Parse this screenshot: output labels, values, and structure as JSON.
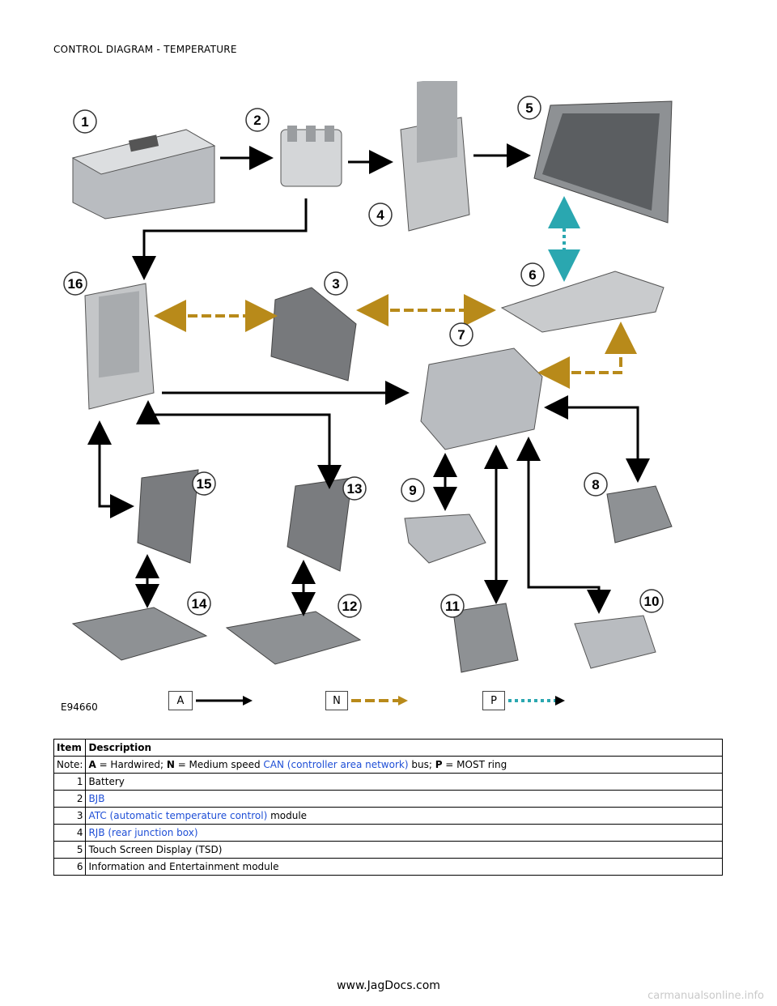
{
  "page": {
    "title": "CONTROL DIAGRAM - TEMPERATURE"
  },
  "diagram": {
    "callouts": [
      "1",
      "2",
      "3",
      "4",
      "5",
      "6",
      "7",
      "8",
      "9",
      "10",
      "11",
      "12",
      "13",
      "14",
      "15",
      "16"
    ],
    "figure_id": "E94660",
    "legend": [
      {
        "key": "A",
        "style": "solid"
      },
      {
        "key": "N",
        "style": "dotted-bus"
      },
      {
        "key": "P",
        "style": "dotted-ring"
      }
    ],
    "colors": {
      "hardwired": "#000000",
      "can_bus": "#b88a1a",
      "most_ring": "#2aa7b0",
      "link": "#1f4fd6"
    }
  },
  "table": {
    "headers": [
      "Item",
      "Description"
    ],
    "note": {
      "label": "Note:",
      "a_key": "A",
      "a_text": " = Hardwired; ",
      "n_key": "N",
      "n_text": " = Medium speed ",
      "n_link": "CAN (controller area network)",
      "n_tail": " bus; ",
      "p_key": "P",
      "p_text": " = MOST ring"
    },
    "rows": [
      {
        "item": "1",
        "text": "Battery",
        "link": "",
        "tail": ""
      },
      {
        "item": "2",
        "text": "",
        "link": "BJB",
        "tail": ""
      },
      {
        "item": "3",
        "text": "",
        "link": "ATC (automatic temperature control)",
        "tail": " module"
      },
      {
        "item": "4",
        "text": "",
        "link": "RJB (rear junction box)",
        "tail": ""
      },
      {
        "item": "5",
        "text": "Touch Screen Display (TSD)",
        "link": "",
        "tail": ""
      },
      {
        "item": "6",
        "text": "Information and Entertainment module",
        "link": "",
        "tail": ""
      }
    ]
  },
  "footer": {
    "site": "www.JagDocs.com",
    "watermark": "carmanualsonline.info"
  }
}
